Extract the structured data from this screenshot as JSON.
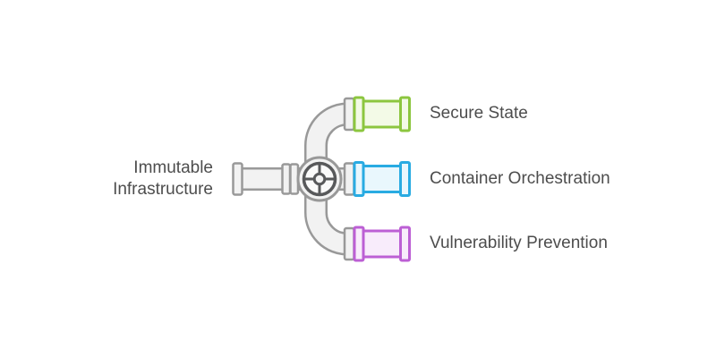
{
  "root_label": {
    "line1": "Immutable",
    "line2": "Infrastructure"
  },
  "branches": [
    {
      "label": "Secure State",
      "stroke": "#8CC63F",
      "fill": "#F3FAE7"
    },
    {
      "label": "Container Orchestration",
      "stroke": "#29ABE2",
      "fill": "#E9F7FD"
    },
    {
      "label": "Vulnerability Prevention",
      "stroke": "#BC5FD4",
      "fill": "#F8ECFB"
    }
  ],
  "pipe": {
    "fill": "#F2F2F2",
    "stroke": "#999999",
    "valve_dark": "#58595B",
    "wheel_fill": "#FAFAFA",
    "valve_icon": "pipe-valve-wheel-icon"
  },
  "colors": {
    "text": "#4D4D4D",
    "background": "#FFFFFF"
  }
}
